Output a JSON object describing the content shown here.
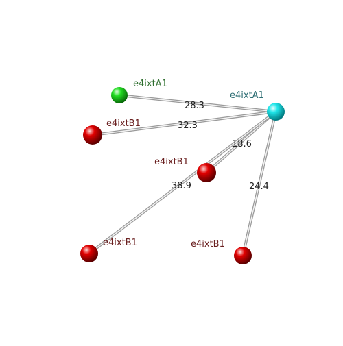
{
  "nodes": [
    {
      "id": "center",
      "label": "e4ixtA1",
      "color": "#00d4d8",
      "label_color": "#2e6e74"
    },
    {
      "id": "green",
      "label": "e4ixtA1",
      "color": "#22cc22",
      "label_color": "#2e6e2e"
    },
    {
      "id": "red1",
      "label": "e4ixtB1",
      "color": "#dd0000",
      "label_color": "#6a2020"
    },
    {
      "id": "red2",
      "label": "e4ixtB1",
      "color": "#dd0000",
      "label_color": "#6a2020"
    },
    {
      "id": "red3",
      "label": "e4ixtB1",
      "color": "#dd0000",
      "label_color": "#6a2020"
    },
    {
      "id": "red4",
      "label": "e4ixtB1",
      "color": "#dd0000",
      "label_color": "#6a2020"
    }
  ],
  "edges": [
    {
      "from": "center",
      "to": "green",
      "distance": "28.3"
    },
    {
      "from": "center",
      "to": "red1",
      "distance": "32.3"
    },
    {
      "from": "center",
      "to": "red2",
      "distance": "18.6"
    },
    {
      "from": "center",
      "to": "red3",
      "distance": "38.9"
    },
    {
      "from": "center",
      "to": "red4",
      "distance": "24.4"
    }
  ]
}
